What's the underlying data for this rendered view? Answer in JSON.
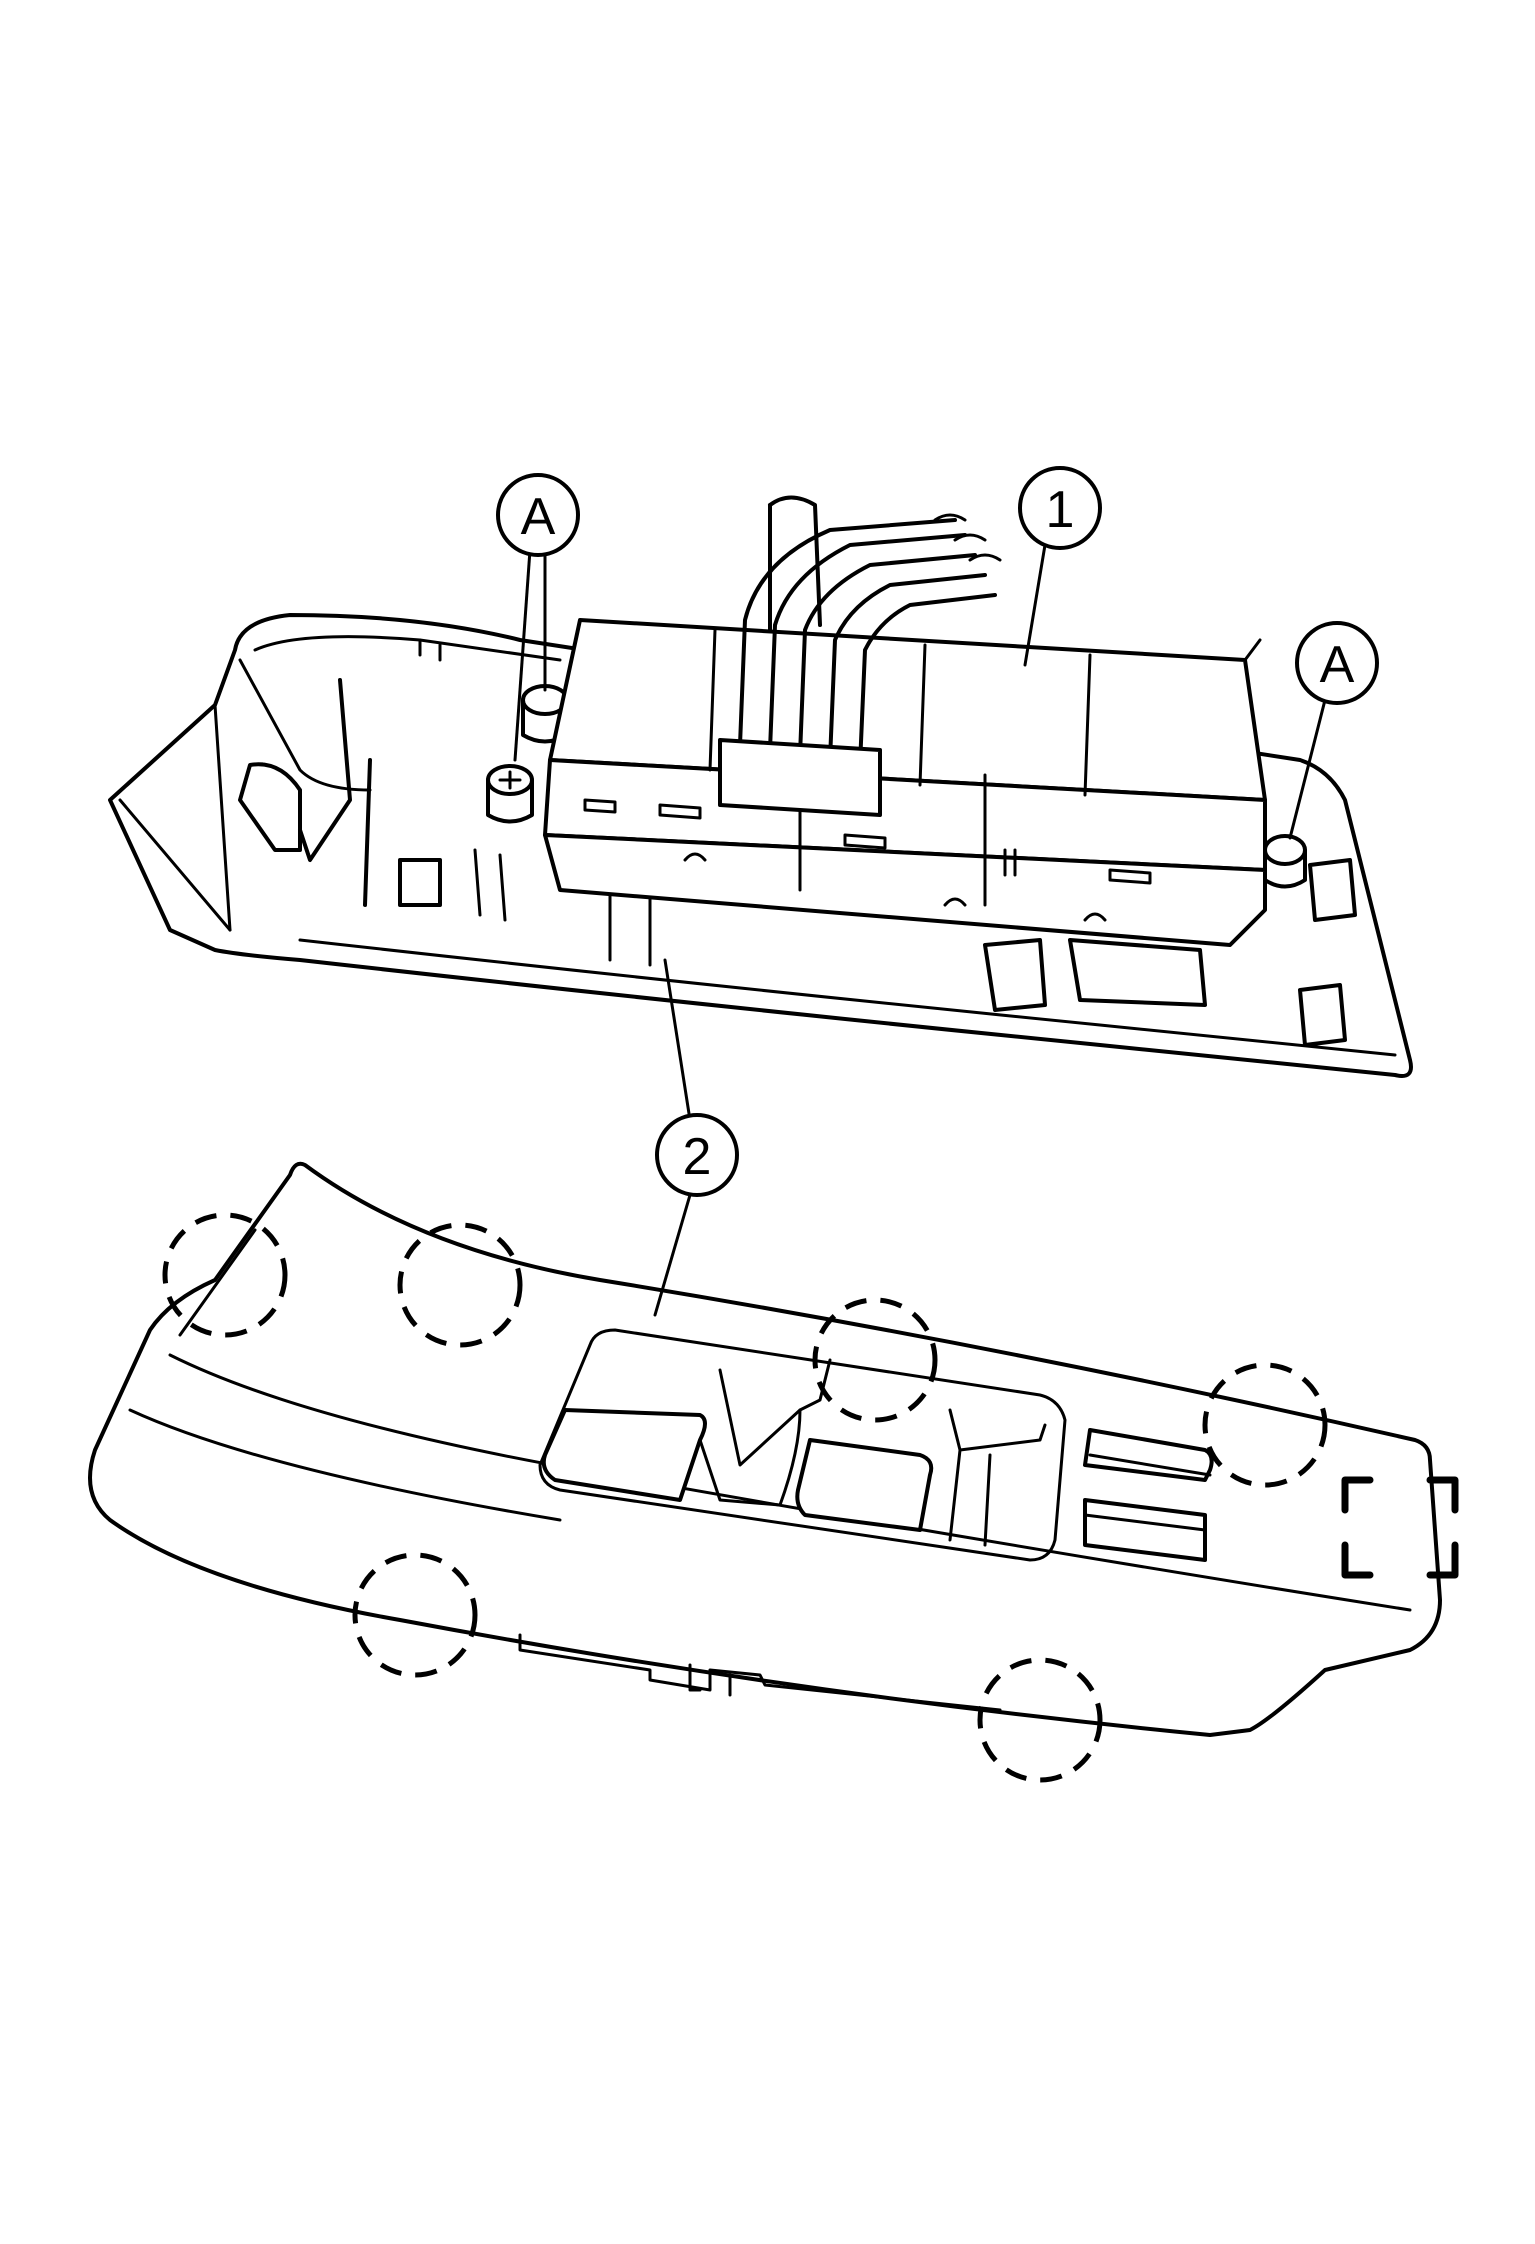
{
  "callouts": {
    "switch_label": "1",
    "finisher_label": "2",
    "screw_label_left": "A",
    "screw_label_right": "A"
  }
}
